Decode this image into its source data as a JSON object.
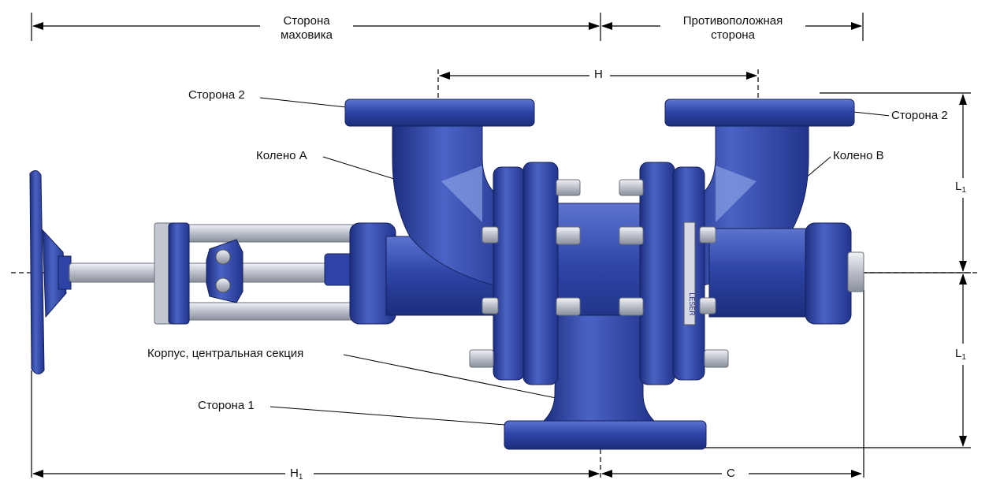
{
  "labels": {
    "handwheel_side_line1": "Сторона",
    "handwheel_side_line2": "маховика",
    "opposite_side_line1": "Противоположная",
    "opposite_side_line2": "сторона",
    "side2_left": "Сторона 2",
    "side2_right": "Сторона 2",
    "elbow_a": "Колено А",
    "elbow_b": "Колено B",
    "body_center": "Корпус, центральная секция",
    "side1": "Сторона 1",
    "nameplate": "LESER"
  },
  "dimensions": {
    "h": "H",
    "h1_main": "H",
    "h1_sub": "1",
    "c": "C",
    "l1_upper_main": "L",
    "l1_upper_sub": "1",
    "l1_lower_main": "L",
    "l1_lower_sub": "1"
  },
  "colors": {
    "valve_body": "#2b3f9e",
    "valve_dark": "#1a2a75",
    "valve_light": "#6f86d8",
    "metal": "#c8ccd4",
    "line": "#000000"
  }
}
